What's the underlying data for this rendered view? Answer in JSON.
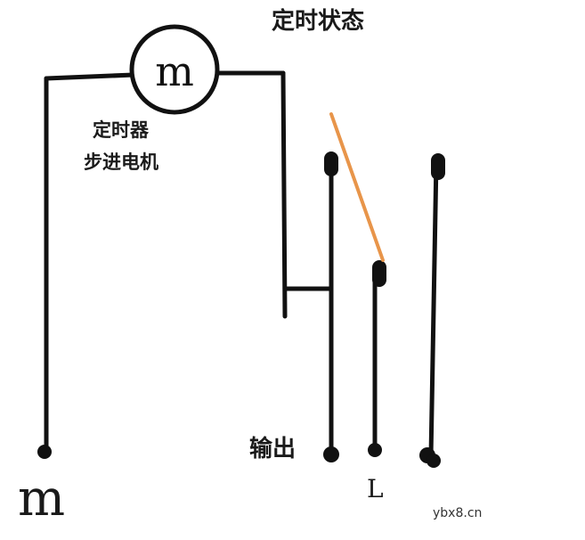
{
  "title": "定时状态",
  "motor": {
    "symbol": "m",
    "label_line1": "定时器",
    "label_line2": "步进电机"
  },
  "terminals": {
    "output_label": "输出",
    "live_label": "L",
    "m_label": "m"
  },
  "watermark": "ybx8.cn",
  "colors": {
    "wire": "#111111",
    "switch_arm": "#e8954a",
    "background": "#ffffff"
  }
}
